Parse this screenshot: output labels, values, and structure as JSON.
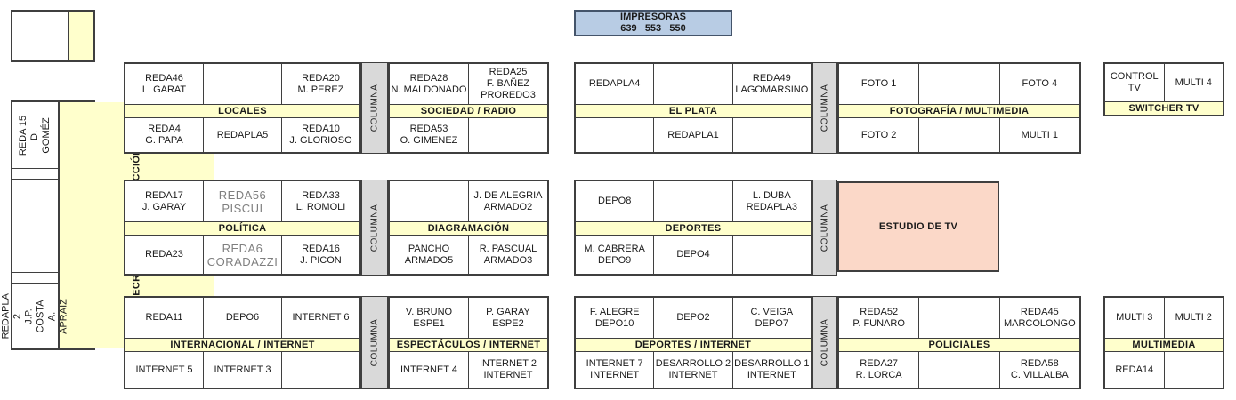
{
  "colors": {
    "header_yellow": "#FFFFCC",
    "column_gray": "#D9D9D9",
    "printers_blue": "#B8CCE4",
    "studio_pink": "#FBD8C8"
  },
  "printers": {
    "title": "IMPRESORAS",
    "numbers": "639   553   550"
  },
  "sidebar": {
    "secretaries": "SECRETARIOS DE REDACCIÓN",
    "reda15": "REDA 15\nD. GOMÉZ",
    "redapla2": "REDAPLA 2\nJ.P. COSTA\nA. APRAIZ"
  },
  "column_label": "COLUMNA",
  "studio": {
    "label": "ESTUDIO DE TV"
  },
  "groups": {
    "locales": {
      "header": "LOCALES",
      "top": [
        [
          "REDA46",
          "L. GARAT"
        ],
        [],
        [
          "REDA20",
          "M. PEREZ"
        ]
      ],
      "bottom": [
        [
          "REDA4",
          "G. PAPA"
        ],
        [
          "REDAPLA5"
        ],
        [
          "REDA10",
          "J. GLORIOSO"
        ]
      ]
    },
    "sociedad": {
      "header": "SOCIEDAD / RADIO",
      "top": [
        [
          "REDA28",
          "N. MALDONADO"
        ],
        [
          "REDA25",
          "F. BAÑEZ",
          "PROREDO3"
        ]
      ],
      "bottom": [
        [
          "REDA53",
          "O. GIMENEZ"
        ],
        []
      ]
    },
    "elplata": {
      "header": "EL PLATA",
      "top": [
        [
          "REDAPLA4"
        ],
        [],
        [
          "REDA49",
          "LAGOMARSINO"
        ]
      ],
      "bottom": [
        [],
        [
          "REDAPLA1"
        ],
        []
      ]
    },
    "foto": {
      "header": "FOTOGRAFÍA / MULTIMEDIA",
      "top": [
        [
          "FOTO 1"
        ],
        [],
        [
          "FOTO 4"
        ]
      ],
      "bottom": [
        [
          "FOTO 2"
        ],
        [],
        [
          "MULTI 1"
        ]
      ]
    },
    "switcher": {
      "header": "SWITCHER TV",
      "top": [
        [
          "CONTROL TV"
        ],
        [
          "MULTI 4"
        ]
      ]
    },
    "politica": {
      "header": "POLÍTICA",
      "top": [
        [
          "REDA17",
          "J. GARAY"
        ],
        {
          "lines": [
            "REDA56",
            "PISCUI"
          ],
          "alt": true
        },
        [
          "REDA33",
          "L. ROMOLI"
        ]
      ],
      "bottom": [
        [
          "REDA23"
        ],
        {
          "lines": [
            "REDA6",
            "CORADAZZI"
          ],
          "alt": true
        },
        [
          "REDA16",
          "J. PICON"
        ]
      ]
    },
    "diagramacion": {
      "header": "DIAGRAMACIÓN",
      "top": [
        [],
        [
          "J. DE ALEGRIA",
          "ARMADO2"
        ]
      ],
      "bottom": [
        [
          "PANCHO",
          "ARMADO5"
        ],
        [
          "R. PASCUAL",
          "ARMADO3"
        ]
      ]
    },
    "deportes": {
      "header": "DEPORTES",
      "top": [
        [
          "DEPO8"
        ],
        [],
        [
          "L. DUBA",
          "REDAPLA3"
        ]
      ],
      "bottom": [
        [
          "M. CABRERA",
          "DEPO9"
        ],
        [
          "DEPO4"
        ],
        []
      ]
    },
    "internacional": {
      "header": "INTERNACIONAL / INTERNET",
      "top": [
        [
          "REDA11"
        ],
        [
          "DEPO6"
        ],
        [
          "INTERNET 6"
        ]
      ],
      "bottom": [
        [
          "INTERNET 5"
        ],
        [
          "INTERNET 3"
        ],
        []
      ]
    },
    "espectaculos": {
      "header": "ESPECTÁCULOS / INTERNET",
      "top": [
        [
          "V. BRUNO",
          "ESPE1"
        ],
        [
          "P. GARAY",
          "ESPE2"
        ]
      ],
      "bottom": [
        [
          "INTERNET 4"
        ],
        [
          "INTERNET 2",
          "INTERNET"
        ]
      ]
    },
    "deportes_internet": {
      "header": "DEPORTES / INTERNET",
      "top": [
        [
          "F. ALEGRE",
          "DEPO10"
        ],
        [
          "DEPO2"
        ],
        [
          "C. VEIGA",
          "DEPO7"
        ]
      ],
      "bottom": [
        [
          "INTERNET 7",
          "INTERNET"
        ],
        [
          "DESARROLLO 2",
          "INTERNET"
        ],
        [
          "DESARROLLO 1",
          "INTERNET"
        ]
      ]
    },
    "policiales": {
      "header": "POLICIALES",
      "top": [
        [
          "REDA52",
          "P. FUNARO"
        ],
        [],
        [
          "REDA45",
          "MARCOLONGO"
        ]
      ],
      "bottom": [
        [
          "REDA27",
          "R. LORCA"
        ],
        [],
        [
          "REDA58",
          "C. VILLALBA"
        ]
      ]
    },
    "multimedia": {
      "header": "MULTIMEDIA",
      "top": [
        [
          "MULTI 3"
        ],
        [
          "MULTI 2"
        ]
      ],
      "bottom": [
        [
          "REDA14"
        ],
        []
      ]
    }
  }
}
